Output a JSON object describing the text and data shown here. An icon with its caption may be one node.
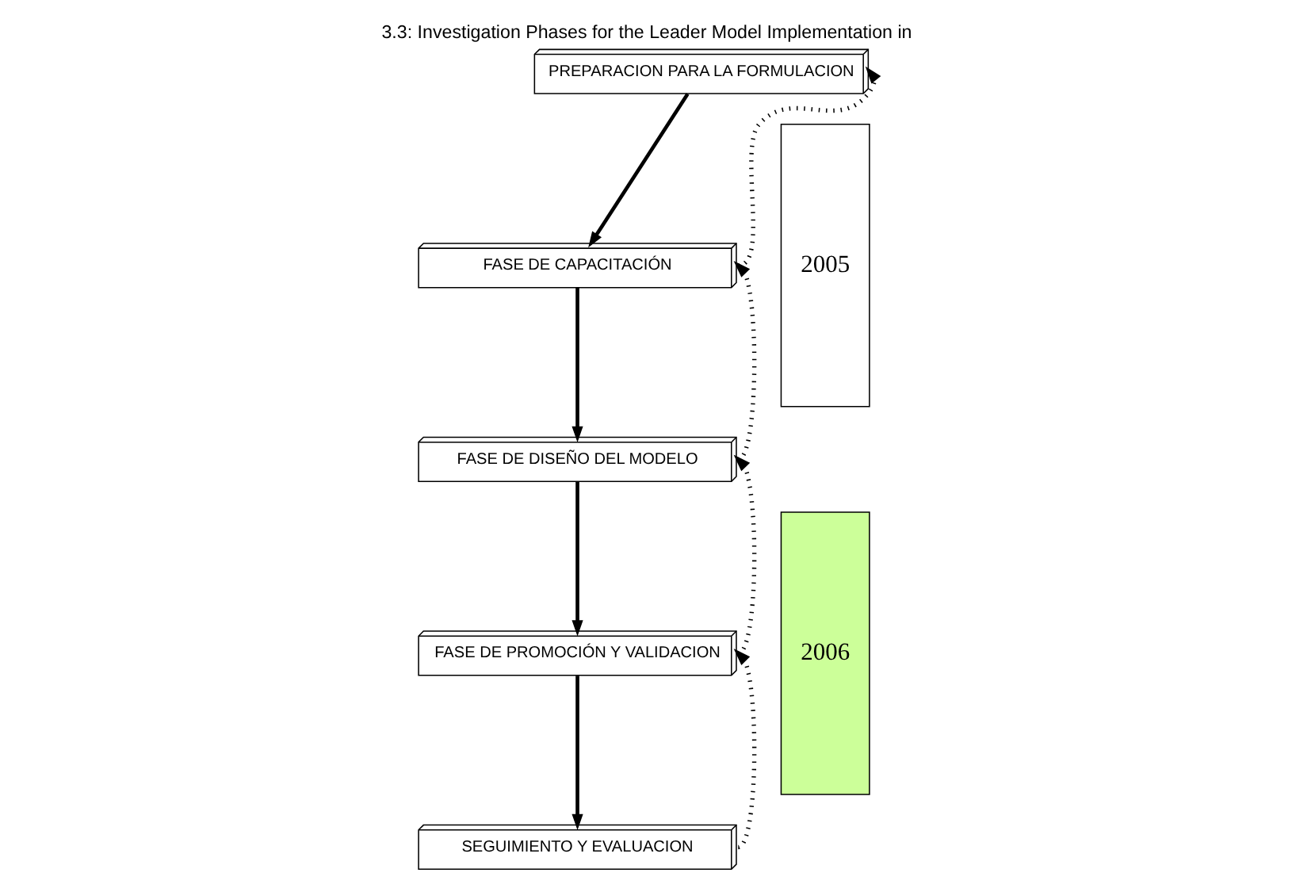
{
  "diagram": {
    "title": "3.3: Investigation Phases for the Leader Model Implementation in",
    "nodes": [
      {
        "text": [
          "PREPARACION PARA LA FORMULACION"
        ]
      },
      {
        "text": [
          "FASE DE CAPACITACIÓN"
        ]
      },
      {
        "text": [
          "FASE DE DISEÑO DEL MODELO"
        ]
      },
      {
        "text": [
          "FASE DE PROMOCIÓN Y VALIDACION"
        ]
      },
      {
        "text": [
          "SEGUIMIENTO Y EVALUACION"
        ]
      },
      {
        "text": [
          "2005"
        ]
      },
      {
        "text": [
          "2006"
        ]
      }
    ],
    "edges": [
      {
        "from": 0,
        "to": 1,
        "arrow": "to"
      },
      {
        "from": 1,
        "to": 2,
        "arrow": "to"
      },
      {
        "from": 2,
        "to": 3,
        "arrow": "to"
      },
      {
        "from": 3,
        "to": 4,
        "arrow": "to"
      },
      {
        "from": 1,
        "to": 0,
        "arrow": "to",
        "style": "dashed"
      },
      {
        "from": 2,
        "to": 1,
        "arrow": "to",
        "style": "dashed"
      },
      {
        "from": 3,
        "to": 2,
        "arrow": "to",
        "style": "dashed"
      },
      {
        "from": 4,
        "to": 3,
        "arrow": "to",
        "style": "dashed"
      }
    ]
  }
}
